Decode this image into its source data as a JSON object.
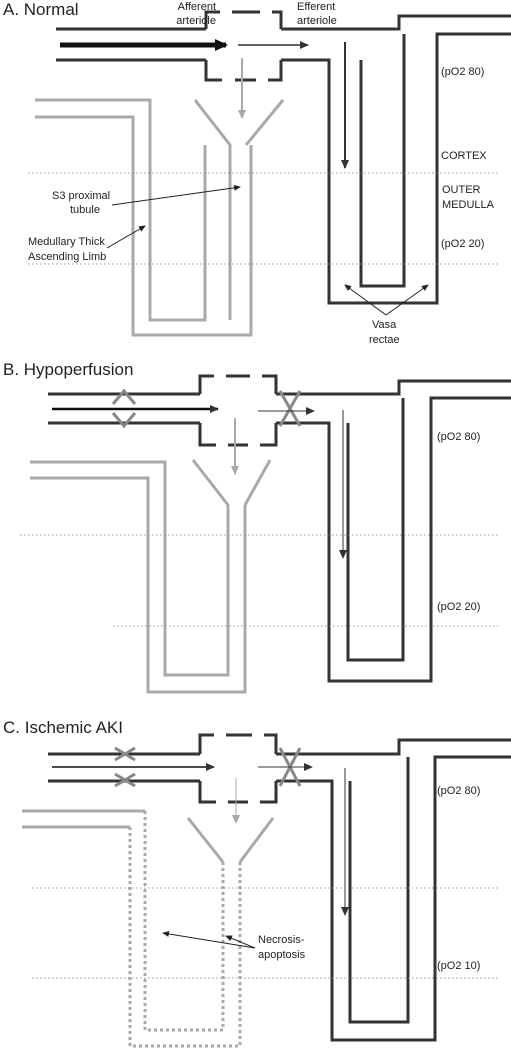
{
  "panels": [
    {
      "title": "A. Normal",
      "labels": {
        "afferent": [
          "Afferent",
          "arteriole"
        ],
        "efferent": [
          "Efferent",
          "arteriole"
        ],
        "po2_cortex": "(pO2 80)",
        "cortex": "CORTEX",
        "outer_medulla": [
          "OUTER",
          "MEDULLA"
        ],
        "po2_medulla": "(pO2 20)",
        "s3_tubule": [
          "S3 proximal",
          "tubule"
        ],
        "thick_limb": [
          "Medullary Thick",
          "Ascending Limb"
        ],
        "vasa_recta": [
          "Vasa",
          "rectae"
        ]
      }
    },
    {
      "title": "B. Hypoperfusion",
      "labels": {
        "po2_cortex": "(pO2 80)",
        "po2_medulla": "(pO2 20)"
      }
    },
    {
      "title": "C. Ischemic AKI",
      "labels": {
        "po2_cortex": "(pO2 80)",
        "po2_medulla": "(pO2 10)",
        "necrosis": [
          "Necrosis-",
          "apoptosis"
        ]
      }
    }
  ],
  "colors": {
    "vessel": "#333333",
    "tubule": "#a9a9a9",
    "constriction_marker": "#888888"
  }
}
